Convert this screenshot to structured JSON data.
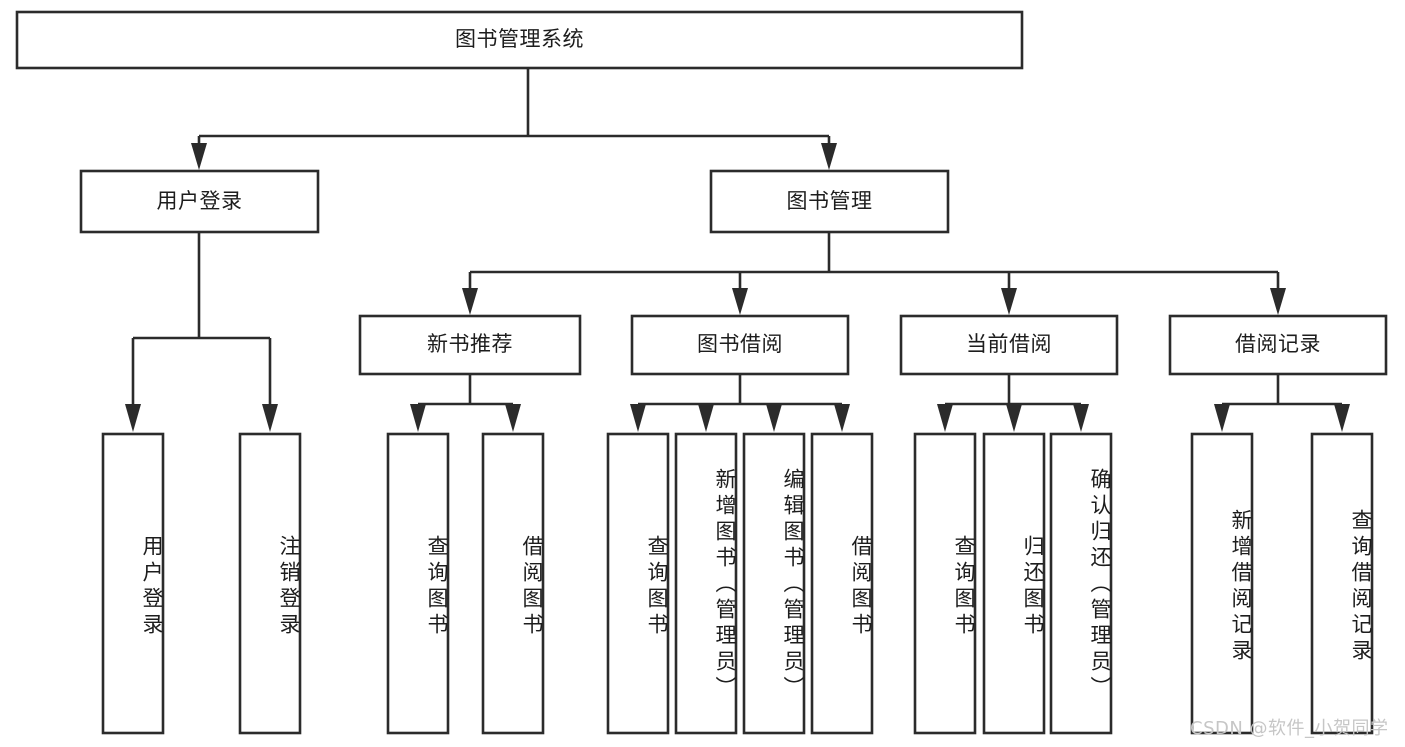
{
  "diagram": {
    "type": "tree",
    "title": "图书管理系统",
    "orientation": "top-down",
    "colors": {
      "box_stroke": "#2b2b2b",
      "box_fill": "#ffffff",
      "connector": "#2b2b2b",
      "text": "#1d1d1d",
      "background": "#ffffff",
      "watermark": "#c6c6c6"
    },
    "root": {
      "label": "图书管理系统"
    },
    "level2": [
      {
        "label": "用户登录"
      },
      {
        "label": "图书管理"
      }
    ],
    "level3": [
      {
        "label": "新书推荐"
      },
      {
        "label": "图书借阅"
      },
      {
        "label": "当前借阅"
      },
      {
        "label": "借阅记录"
      }
    ],
    "leaves": {
      "user_login": [
        {
          "label": "用户登录"
        },
        {
          "label": "注销登录"
        }
      ],
      "new_book": [
        {
          "label": "查询图书"
        },
        {
          "label": "借阅图书"
        }
      ],
      "book_borrow": [
        {
          "label": "查询图书"
        },
        {
          "label": "新增图书（管理员）"
        },
        {
          "label": "编辑图书（管理员）"
        },
        {
          "label": "借阅图书"
        }
      ],
      "current_borrow": [
        {
          "label": "查询图书"
        },
        {
          "label": "归还图书"
        },
        {
          "label": "确认归还（管理员）"
        }
      ],
      "borrow_record": [
        {
          "label": "新增借阅记录"
        },
        {
          "label": "查询借阅记录"
        }
      ]
    }
  },
  "watermark": {
    "text": "CSDN @软件_小贺同学"
  }
}
